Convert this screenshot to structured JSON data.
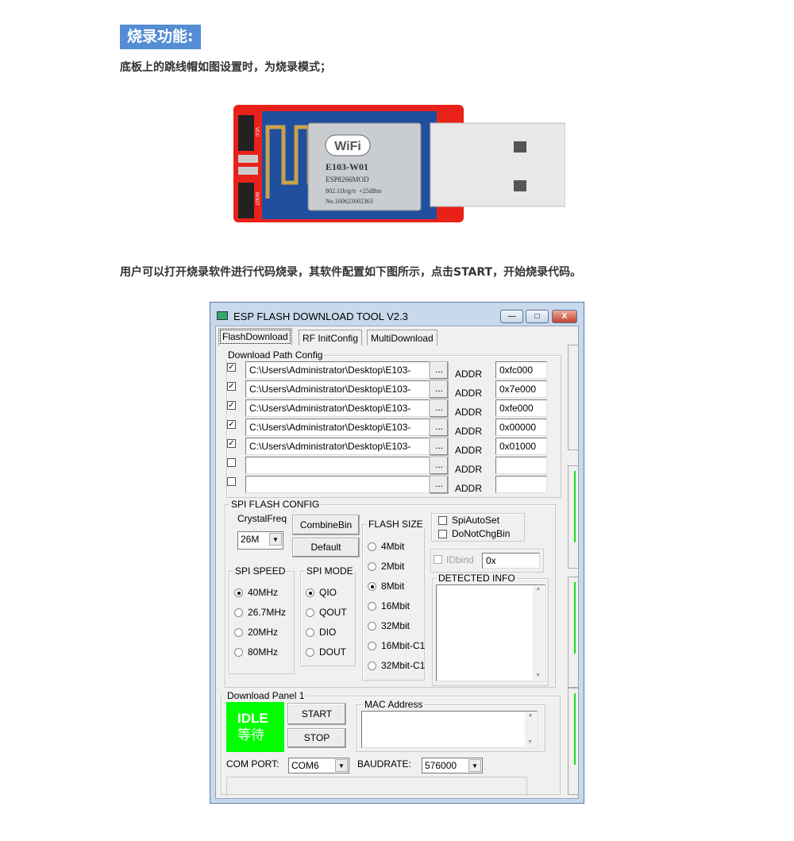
{
  "heading": "烧录功能:",
  "para1": "底板上的跳线帽如图设置时，为烧录模式；",
  "board": {
    "logo": "WiFi",
    "model": "E103-W01",
    "chip": "ESP8266MOD",
    "spec": "802.11b/g/n  +25dBm",
    "serial": "No.160623002363",
    "label_top": "VCC",
    "label_bottom": "BOOT"
  },
  "para2": "用户可以打开烧录软件进行代码烧录，其软件配置如下图所示，点击START，开始烧录代码。",
  "window": {
    "title": "ESP FLASH DOWNLOAD TOOL V2.3",
    "controls": {
      "minimize": "—",
      "maximize": "□",
      "close": "X"
    },
    "tabs": [
      "FlashDownload",
      "RF InitConfig",
      "MultiDownload"
    ],
    "download_path": {
      "title": "Download Path Config",
      "browse_label": "...",
      "addr_label": "ADDR",
      "rows": [
        {
          "checked": true,
          "path": "C:\\Users\\Administrator\\Desktop\\E103-",
          "addr": "0xfc000"
        },
        {
          "checked": true,
          "path": "C:\\Users\\Administrator\\Desktop\\E103-",
          "addr": "0x7e000"
        },
        {
          "checked": true,
          "path": "C:\\Users\\Administrator\\Desktop\\E103-",
          "addr": "0xfe000"
        },
        {
          "checked": true,
          "path": "C:\\Users\\Administrator\\Desktop\\E103-",
          "addr": "0x00000"
        },
        {
          "checked": true,
          "path": "C:\\Users\\Administrator\\Desktop\\E103-",
          "addr": "0x01000"
        },
        {
          "checked": false,
          "path": "",
          "addr": ""
        },
        {
          "checked": false,
          "path": "",
          "addr": ""
        }
      ]
    },
    "spi": {
      "title": "SPI FLASH CONFIG",
      "crystal_label": "CrystalFreq",
      "crystal_value": "26M",
      "combine_bin": "CombineBin",
      "default": "Default",
      "speed_title": "SPI SPEED",
      "speeds": [
        "40MHz",
        "26.7MHz",
        "20MHz",
        "80MHz"
      ],
      "speed_selected": "40MHz",
      "mode_title": "SPI MODE",
      "modes": [
        "QIO",
        "QOUT",
        "DIO",
        "DOUT"
      ],
      "mode_selected": "QIO",
      "size_title": "FLASH SIZE",
      "sizes": [
        "4Mbit",
        "2Mbit",
        "8Mbit",
        "16Mbit",
        "32Mbit",
        "16Mbit-C1",
        "32Mbit-C1"
      ],
      "size_selected": "8Mbit",
      "spi_auto_set": "SpiAutoSet",
      "do_not_chg_bin": "DoNotChgBin",
      "idbind": "IDbind",
      "idbind_value": "0x",
      "detected_info": "DETECTED INFO"
    },
    "panel": {
      "title": "Download Panel 1",
      "status_en": "IDLE",
      "status_cn": "等待",
      "status_color": "#00ff00",
      "start": "START",
      "stop": "STOP",
      "mac_title": "MAC Address",
      "com_label": "COM PORT:",
      "com_value": "COM6",
      "baud_label": "BAUDRATE:",
      "baud_value": "576000"
    }
  }
}
